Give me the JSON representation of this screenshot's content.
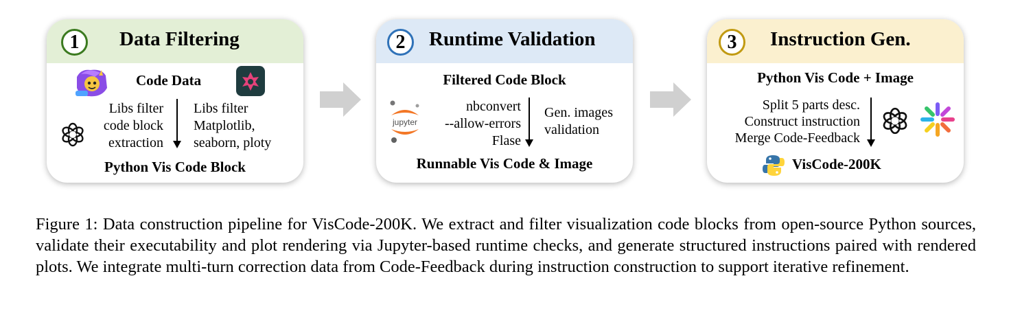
{
  "stages": [
    {
      "number": "1",
      "title": "Data Filtering",
      "top_label": "Code Data",
      "left_text": [
        "Libs filter",
        "code block",
        "extraction"
      ],
      "right_text": [
        "Libs filter",
        "Matplotlib,",
        "seaborn, ploty"
      ],
      "bottom_label": "Python Vis Code Block"
    },
    {
      "number": "2",
      "title": "Runtime Validation",
      "top_label": "Filtered Code Block",
      "jupyter_label": "jupyter",
      "left_text": [
        "nbconvert",
        "--allow-errors",
        "Flase"
      ],
      "right_text": [
        "Gen. images",
        "validation"
      ],
      "bottom_label": "Runnable Vis Code & Image"
    },
    {
      "number": "3",
      "title": "Instruction Gen.",
      "top_label": "Python Vis Code + Image",
      "left_text": [
        "Split 5 parts desc.",
        "Construct instruction",
        "Merge Code-Feedback"
      ],
      "bottom_label": "VisCode-200K"
    }
  ],
  "caption": "Figure 1: Data construction pipeline for VisCode-200K. We extract and filter visualization code blocks from open-source Python sources, validate their executability and plot rendering via Jupyter-based runtime checks, and generate structured instructions paired with rendered plots. We integrate multi-turn correction data from Code-Feedback during instruction construction to support iterative refinement.",
  "colors": {
    "stage1_header": "#e3efd6",
    "stage2_header": "#dde9f6",
    "stage3_header": "#fbf0cf",
    "flow_arrow": "#d0d0d0",
    "jupyter_orange": "#f37726"
  },
  "icons": [
    "stack-code-data-icon",
    "kaggle-logo-icon",
    "openai-logo-icon",
    "jupyter-logo-icon",
    "qwen-logo-icon",
    "python-logo-icon"
  ]
}
